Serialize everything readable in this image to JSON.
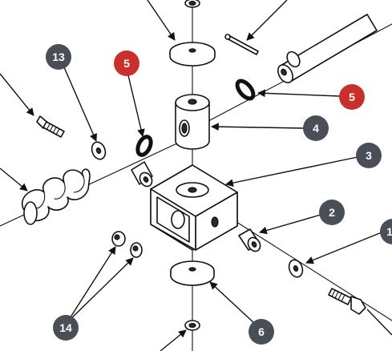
{
  "diagram": {
    "callouts": [
      {
        "id": "13",
        "label": "13",
        "color": "#4a4f57"
      },
      {
        "id": "5a",
        "label": "5",
        "color": "#c9302c"
      },
      {
        "id": "5b",
        "label": "5",
        "color": "#c9302c"
      },
      {
        "id": "4",
        "label": "4",
        "color": "#4a4f57"
      },
      {
        "id": "3",
        "label": "3",
        "color": "#4a4f57"
      },
      {
        "id": "2",
        "label": "2",
        "color": "#4a4f57"
      },
      {
        "id": "1",
        "label": "1",
        "color": "#4a4f57"
      },
      {
        "id": "14",
        "label": "14",
        "color": "#4a4f57"
      },
      {
        "id": "6",
        "label": "6",
        "color": "#4a4f57"
      }
    ]
  }
}
